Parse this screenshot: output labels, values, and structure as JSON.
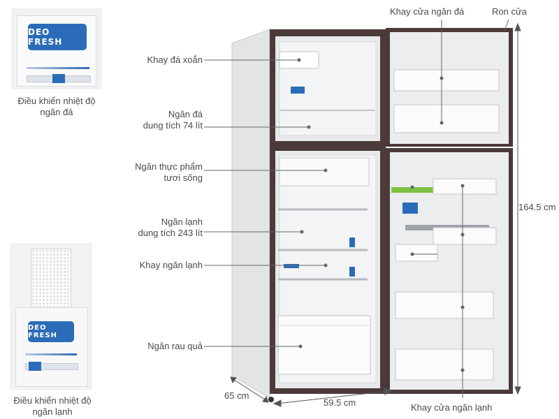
{
  "insets": {
    "freezer_control": {
      "badge": "DEO FRESH",
      "caption_line1": "Điều khiển nhiệt độ",
      "caption_line2": "ngăn đá"
    },
    "fridge_control": {
      "badge": "DEO FRESH",
      "caption_line1": "Điều khiển nhiệt độ",
      "caption_line2": "ngăn lạnh"
    }
  },
  "callouts": {
    "ice_twist_tray": "Khay đá xoắn",
    "freezer_line1": "Ngăn đá",
    "freezer_line2": "dung tích 74 lít",
    "fresh_food_line1": "Ngăn thực phẩm",
    "fresh_food_line2": "tươi sống",
    "fridge_line1": "Ngăn lạnh",
    "fridge_line2": "dung tích 243 lít",
    "fridge_shelf": "Khay ngăn lạnh",
    "vegetable_drawer": "Ngăn rau quả",
    "freezer_door_tray": "Khay cửa ngăn đá",
    "door_gasket": "Ron cửa",
    "fridge_door_tray": "Khay cửa ngăn lạnh"
  },
  "dimensions": {
    "height": "164.5 cm",
    "width": "59.5 cm",
    "depth": "65 cm"
  },
  "colors": {
    "label_text": "#4a4a4a",
    "leader_line": "#666666",
    "badge_blue": "#2b6cb8",
    "fridge_body": "#e9eaec",
    "door_trim": "#4b3a39",
    "accent_green": "#7cc242"
  }
}
